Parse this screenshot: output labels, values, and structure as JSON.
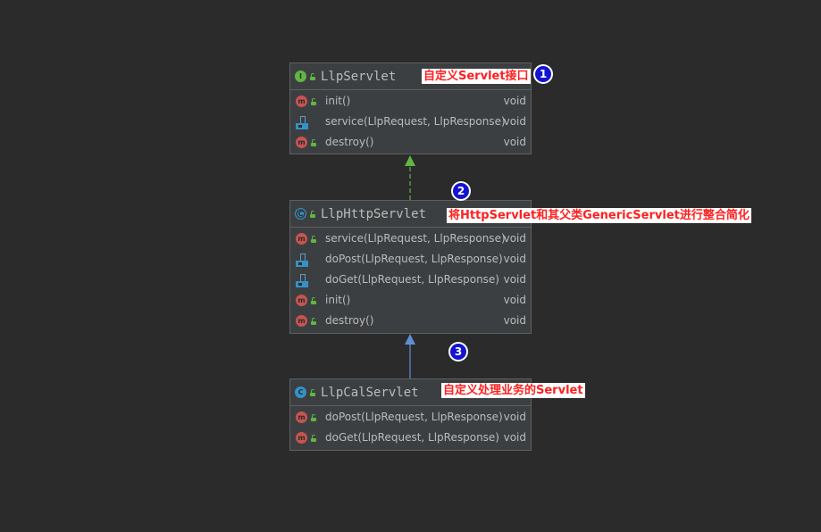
{
  "classes": {
    "servlet": {
      "name": "LlpServlet",
      "icon": "interface-icon",
      "methods": [
        {
          "name": "init()",
          "ret": "void",
          "icon": "method"
        },
        {
          "name": "service(LlpRequest, LlpResponse)",
          "ret": "void",
          "icon": "abstract"
        },
        {
          "name": "destroy()",
          "ret": "void",
          "icon": "method"
        }
      ]
    },
    "http": {
      "name": "LlpHttpServlet",
      "icon": "abstract-class-icon",
      "methods": [
        {
          "name": "service(LlpRequest, LlpResponse)",
          "ret": "void",
          "icon": "method"
        },
        {
          "name": "doPost(LlpRequest, LlpResponse)",
          "ret": "void",
          "icon": "abstract"
        },
        {
          "name": "doGet(LlpRequest, LlpResponse)",
          "ret": "void",
          "icon": "abstract"
        },
        {
          "name": "init()",
          "ret": "void",
          "icon": "method"
        },
        {
          "name": "destroy()",
          "ret": "void",
          "icon": "method"
        }
      ]
    },
    "cal": {
      "name": "LlpCalServlet",
      "icon": "class-icon",
      "methods": [
        {
          "name": "doPost(LlpRequest, LlpResponse)",
          "ret": "void",
          "icon": "method"
        },
        {
          "name": "doGet(LlpRequest, LlpResponse)",
          "ret": "void",
          "icon": "method"
        }
      ]
    }
  },
  "annotations": [
    {
      "number": "1",
      "text": "自定义Servlet接口"
    },
    {
      "number": "2",
      "text": "将HttpServlet和其父类GenericServlet进行整合简化"
    },
    {
      "number": "3",
      "text": "自定义处理业务的Servlet"
    }
  ],
  "colors": {
    "background": "#2b2b2b",
    "box": "#3c3f41",
    "implements_arrow": "#62b543",
    "extends_arrow": "#5f8fd6",
    "annotation_text": "#ff2020",
    "badge": "#1414d0"
  }
}
